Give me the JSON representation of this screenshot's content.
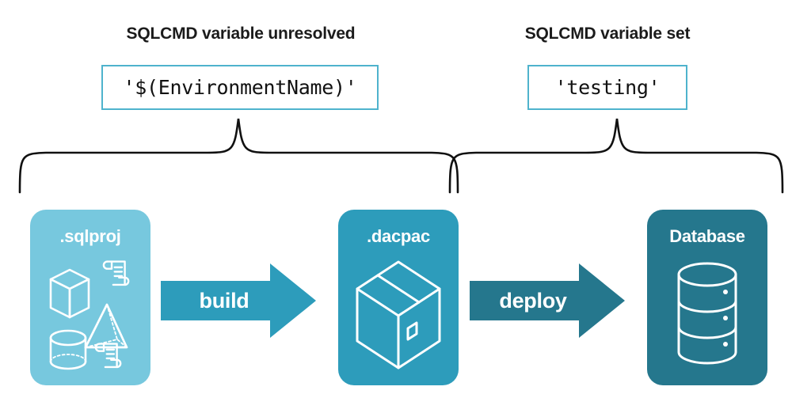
{
  "diagram": {
    "title_left": "SQLCMD variable unresolved",
    "title_right": "SQLCMD variable set",
    "value_left": "'$(EnvironmentName)'",
    "value_right": "'testing'",
    "stages": [
      {
        "label": ".sqlproj",
        "icon": "project-shapes-icon",
        "color": "#77c8de"
      },
      {
        "label": ".dacpac",
        "icon": "package-box-icon",
        "color": "#2d9cbb"
      },
      {
        "label": "Database",
        "icon": "database-cylinder-icon",
        "color": "#25778d"
      }
    ],
    "arrows": [
      {
        "label": "build",
        "color": "#2d9cbb"
      },
      {
        "label": "deploy",
        "color": "#25778d"
      }
    ],
    "colors": {
      "box_border": "#4fb3cd",
      "brace": "#111111",
      "text": "#1b1b1b",
      "background": "#ffffff"
    }
  }
}
